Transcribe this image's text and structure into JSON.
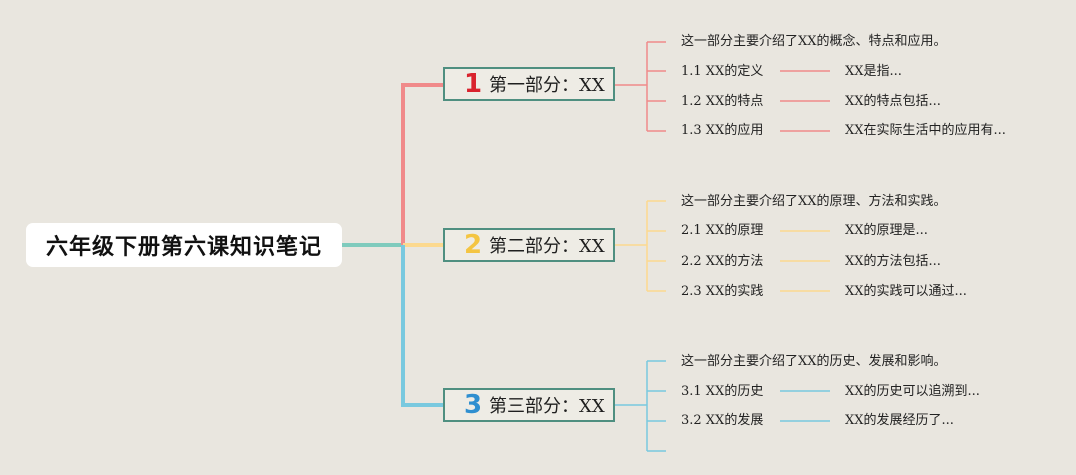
{
  "root": {
    "title": "六年级下册第六课知识笔记"
  },
  "colors": {
    "background": "#e9e6df",
    "root_link": "#7fcbbd",
    "section_border": "#4f8f80",
    "branches": [
      "#f08a8a",
      "#fcd98f",
      "#79c9df"
    ],
    "numbers": [
      "#d9232e",
      "#f4c542",
      "#2f8fd0"
    ]
  },
  "sections": [
    {
      "number": "1",
      "title": "第一部分：XX",
      "summary": "这一部分主要介绍了XX的概念、特点和应用。",
      "items": [
        {
          "label": "1.1 XX的定义",
          "detail": "XX是指..."
        },
        {
          "label": "1.2 XX的特点",
          "detail": "XX的特点包括..."
        },
        {
          "label": "1.3 XX的应用",
          "detail": "XX在实际生活中的应用有..."
        }
      ]
    },
    {
      "number": "2",
      "title": "第二部分：XX",
      "summary": "这一部分主要介绍了XX的原理、方法和实践。",
      "items": [
        {
          "label": "2.1 XX的原理",
          "detail": "XX的原理是..."
        },
        {
          "label": "2.2 XX的方法",
          "detail": "XX的方法包括..."
        },
        {
          "label": "2.3 XX的实践",
          "detail": "XX的实践可以通过..."
        }
      ]
    },
    {
      "number": "3",
      "title": "第三部分：XX",
      "summary": "这一部分主要介绍了XX的历史、发展和影响。",
      "items": [
        {
          "label": "3.1 XX的历史",
          "detail": "XX的历史可以追溯到..."
        },
        {
          "label": "3.2 XX的发展",
          "detail": "XX的发展经历了..."
        }
      ]
    }
  ]
}
